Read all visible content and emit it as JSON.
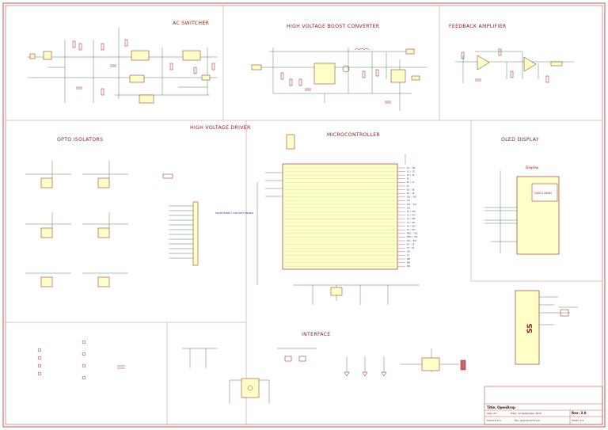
{
  "sections": {
    "ac_switcher": "AC SWITCHER",
    "hv_boost": "HIGH VOLTAGE BOOST CONVERTER",
    "feedback_amp": "FEEDBACK AMPLIFIER",
    "hv_driver": "HIGH VOLTAGE DRIVER",
    "opto": "OPTO ISOLATORS",
    "mcu": "MICROCONTROLLER",
    "oled": "OLED DISPLAY",
    "interface": "INTERFACE",
    "display_label": "Display",
    "oled_text": "OLED 128x64",
    "front_panel": "FRONT PANEL / USB HOST ENABLE"
  },
  "title_block": {
    "title": "Title: OpenDrop",
    "rev": "Rev: 3.0",
    "date": "Date: 12 September 2019",
    "size": "Size: A3",
    "file": "File: OpenDropV3.sch",
    "sheet": "Sheet: 1/1",
    "kicad": "KiCad E.D.A."
  },
  "mcu_pins_right": [
    "D2 / SDA",
    "D3 / SCL",
    "D4 / A6",
    "D5",
    "D6 / A7",
    "D7",
    "D8 / A8",
    "D9 / A9",
    "D10 / A10",
    "D11",
    "D12 / A11",
    "D13",
    "A0 / D18",
    "A1 / D19",
    "A2 / D20",
    "A3 / D21",
    "A4 / D22",
    "A5 / D23",
    "MOSI / D16",
    "MISO / D14",
    "SCK / D15",
    "RX / D0",
    "TX / D1",
    "LED",
    "SS",
    "PB0",
    "PB4",
    "PD6"
  ]
}
